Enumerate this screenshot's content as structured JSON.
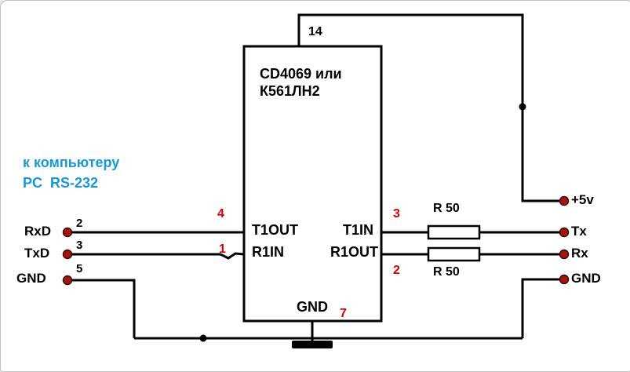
{
  "colors": {
    "accent_blue": "#1898d4",
    "pin_red": "#d40000",
    "wire": "#000000",
    "terminal_fill": "#a31510"
  },
  "header_note": {
    "line1": "к компьютеру",
    "line2": "PC  RS-232"
  },
  "chip": {
    "title_line1": "CD4069 или",
    "title_line2": "К561ЛН2",
    "pin_labels": {
      "t1out": "T1OUT",
      "r1in": "R1IN",
      "t1in": "T1IN",
      "r1out": "R1OUT",
      "gnd": "GND"
    },
    "pin_numbers": {
      "vcc": "14",
      "t1out": "4",
      "r1in": "1",
      "t1in": "3",
      "r1out": "2",
      "gnd": "7"
    }
  },
  "left_connector": {
    "terminals": [
      {
        "label": "RxD",
        "pin": "2"
      },
      {
        "label": "TxD",
        "pin": "3"
      },
      {
        "label": "GND",
        "pin": "5"
      }
    ]
  },
  "right_terminals": {
    "vcc": "+5v",
    "tx": "Tx",
    "rx": "Rx",
    "gnd": "GND"
  },
  "resistors": [
    {
      "label": "R 50"
    },
    {
      "label": "R 50"
    }
  ]
}
